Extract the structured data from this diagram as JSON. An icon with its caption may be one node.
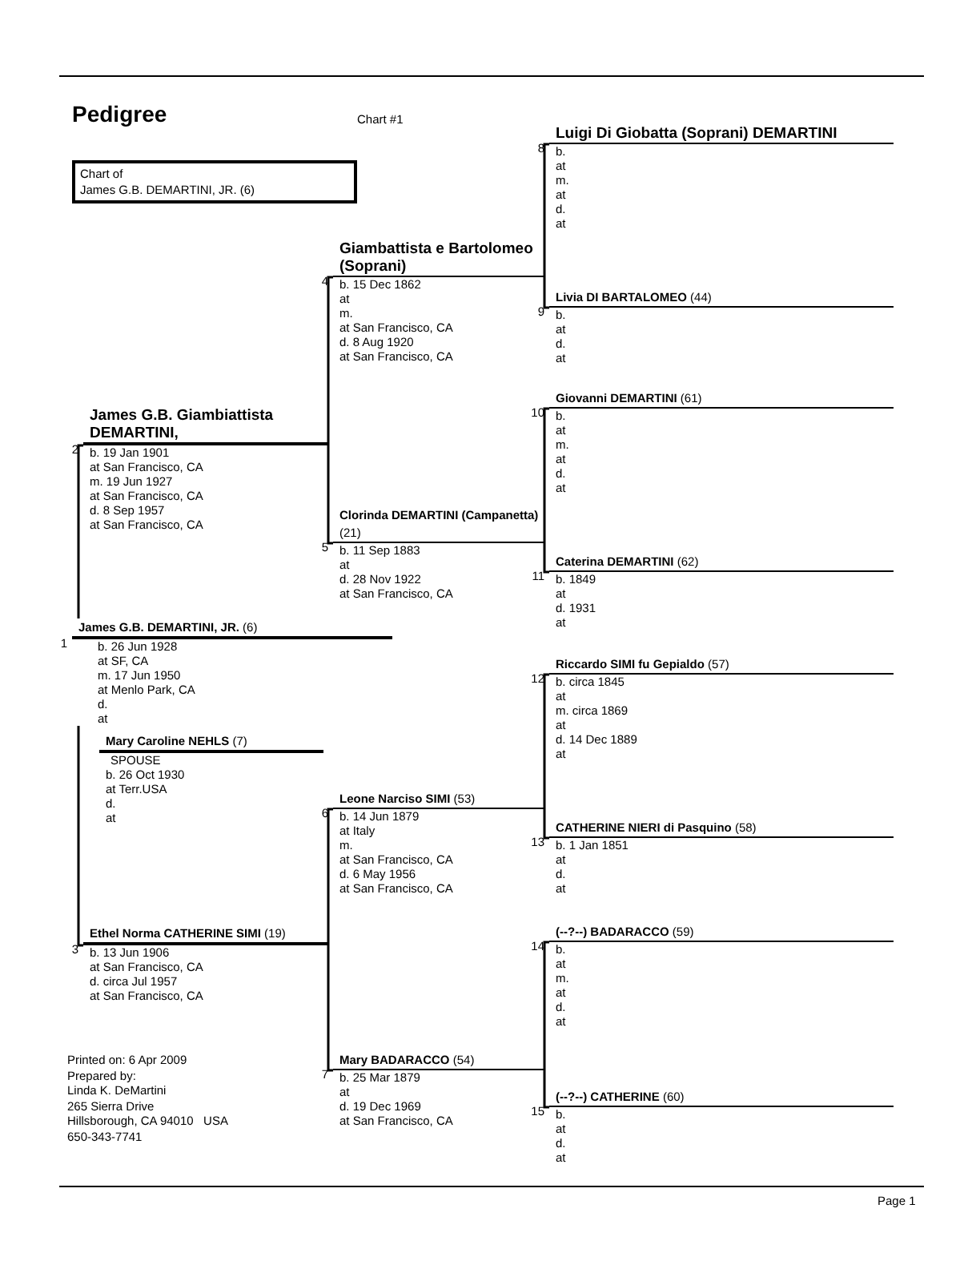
{
  "diagram": {
    "title": "Pedigree",
    "nodes": [
      {
        "text": [
          "Chart of",
          "James G.B. DEMARTINI, JR. (6)"
        ]
      },
      {
        "text": [
          "**James G.B. DEMARTINI, JR.** (6)",
          "b. 26 Jun 1928",
          "at SF, CA",
          "m. 17 Jun 1950",
          "at Menlo Park, CA",
          "d.",
          "at"
        ],
        "beside": [
          "1"
        ]
      },
      {
        "text": [
          "James G.B. Giambiattista DEMARTINI,",
          "b. 19 Jan 1901",
          "at San Francisco, CA",
          "m. 19 Jun 1927",
          "at San Francisco, CA",
          "d. 8 Sep 1957",
          "at San Francisco, CA"
        ],
        "beside": [
          "2"
        ]
      },
      {
        "text": [
          "**Ethel Norma CATHERINE SIMI** (19)",
          "b. 13 Jun 1906",
          "at San Francisco, CA",
          "d. circa Jul 1957",
          "at San Francisco, CA"
        ],
        "beside": [
          "3"
        ]
      },
      {
        "text": [
          "Giambattista e Bartolomeo (Soprani)",
          "b. 15 Dec 1862",
          "at",
          "m.",
          "at San Francisco, CA",
          "d. 8 Aug 1920",
          "at San Francisco, CA"
        ],
        "beside": [
          "4"
        ]
      },
      {
        "text": [
          "**Clorinda DEMARTINI (Campanetta)** (21)",
          "b. 11 Sep 1883",
          "at",
          "d. 28 Nov 1922",
          "at San Francisco, CA"
        ],
        "beside": [
          "5"
        ]
      },
      {
        "text": [
          "**Leone Narciso SIMI** (53)",
          "b. 14 Jun 1879",
          "at Italy",
          "m.",
          "at San Francisco, CA",
          "d. 6 May 1956",
          "at San Francisco, CA"
        ],
        "beside": [
          "6"
        ]
      },
      {
        "text": [
          "**Mary BADARACCO** (54)",
          "b. 25 Mar 1879",
          "at",
          "d. 19 Dec 1969",
          "at San Francisco, CA"
        ],
        "beside": [
          "7"
        ]
      },
      {
        "text": [
          "Luigi Di Giobatta (Soprani) DEMARTINI",
          "b.",
          "at",
          "m.",
          "at",
          "d.",
          "at"
        ],
        "beside": [
          "8"
        ]
      },
      {
        "text": [
          "**Livia DI BARTALOMEO** (44)",
          "b.",
          "at",
          "d.",
          "at"
        ],
        "beside": [
          "9"
        ]
      },
      {
        "text": [
          "**Giovanni DEMARTINI** (61)",
          "b.",
          "at",
          "m.",
          "at",
          "d.",
          "at"
        ],
        "beside": [
          "10"
        ]
      },
      {
        "text": [
          "**Caterina DEMARTINI** (62)",
          "b. 1849",
          "at",
          "d. 1931",
          "at"
        ],
        "beside": [
          "11"
        ]
      },
      {
        "text": [
          "**Riccardo SIMI fu Gepialdo** (57)",
          "b. circa 1845",
          "at",
          "m. circa 1869",
          "at",
          "d. 14 Dec 1889",
          "at"
        ],
        "beside": [
          "12"
        ]
      },
      {
        "text": [
          "**CATHERINE NIERI di Pasquino** (58)",
          "b. 1 Jan 1851",
          "at",
          "d.",
          "at"
        ],
        "beside": [
          "13"
        ]
      },
      {
        "text": [
          "**(--?--) BADARACCO** (59)",
          "b.",
          "at",
          "m.",
          "at",
          "d.",
          "at"
        ],
        "beside": [
          "14"
        ]
      },
      {
        "text": [
          "**(--?--) CATHERINE** (60)",
          "b.",
          "at",
          "d.",
          "at"
        ],
        "beside": [
          "15"
        ]
      },
      {
        "text": [
          "**Mary Caroline NEHLS** (7)",
          "SPOUSE",
          "b. 26 Oct 1930",
          "at Terr.USA",
          "d.",
          "at"
        ]
      }
    ],
    "edges": [
      {
        "from": 1,
        "to": 2,
        "arrow": "none"
      },
      {
        "from": 1,
        "to": 3,
        "arrow": "none"
      },
      {
        "from": 2,
        "to": 4,
        "arrow": "none"
      },
      {
        "from": 2,
        "to": 5,
        "arrow": "none"
      },
      {
        "from": 3,
        "to": 6,
        "arrow": "none"
      },
      {
        "from": 3,
        "to": 7,
        "arrow": "none"
      },
      {
        "from": 4,
        "to": 8,
        "arrow": "none"
      },
      {
        "from": 4,
        "to": 9,
        "arrow": "none"
      },
      {
        "from": 5,
        "to": 10,
        "arrow": "none"
      },
      {
        "from": 5,
        "to": 11,
        "arrow": "none"
      },
      {
        "from": 6,
        "to": 12,
        "arrow": "none"
      },
      {
        "from": 6,
        "to": 13,
        "arrow": "none"
      },
      {
        "from": 7,
        "to": 14,
        "arrow": "none"
      },
      {
        "from": 7,
        "to": 15,
        "arrow": "none"
      }
    ],
    "labels": [
      "Chart #1",
      "Printed on: 6 Apr 2009",
      "Prepared by:",
      "Linda K. DeMartini",
      "265 Sierra Drive",
      "Hillsborough, CA 94010   USA",
      "650-343-7741",
      "Page 1"
    ]
  }
}
